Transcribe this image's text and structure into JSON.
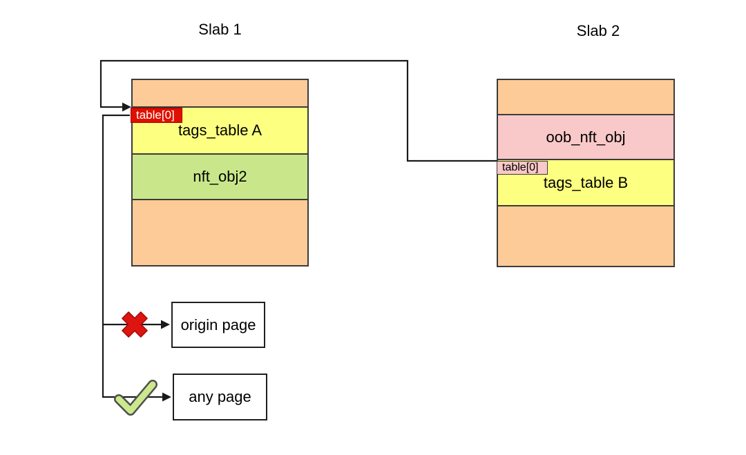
{
  "diagram": {
    "slab1": {
      "title": "Slab 1",
      "tag_label": "table[0]",
      "sections": [
        {
          "label": "",
          "color": "orange"
        },
        {
          "label": "tags_table A",
          "color": "yellow"
        },
        {
          "label": "nft_obj2",
          "color": "green"
        },
        {
          "label": "",
          "color": "orange"
        }
      ]
    },
    "slab2": {
      "title": "Slab 2",
      "tag_label": "table[0]",
      "sections": [
        {
          "label": "",
          "color": "orange"
        },
        {
          "label": "oob_nft_obj",
          "color": "pink"
        },
        {
          "label": "tags_table B",
          "color": "yellow"
        },
        {
          "label": "",
          "color": "orange"
        }
      ]
    },
    "pages": {
      "origin": {
        "label": "origin page",
        "mark": "cross-forbidden"
      },
      "any": {
        "label": "any page",
        "mark": "check-allowed"
      }
    },
    "colors": {
      "orange": "#FDCB97",
      "yellow": "#FDFF80",
      "green": "#C9E78A",
      "pink": "#F9C8C8",
      "tag_red": "#DE1000",
      "cross_red": "#DE1410",
      "check_green": "#CBE98C",
      "line": "#1a1a1a",
      "border": "#3b3b3b"
    }
  }
}
